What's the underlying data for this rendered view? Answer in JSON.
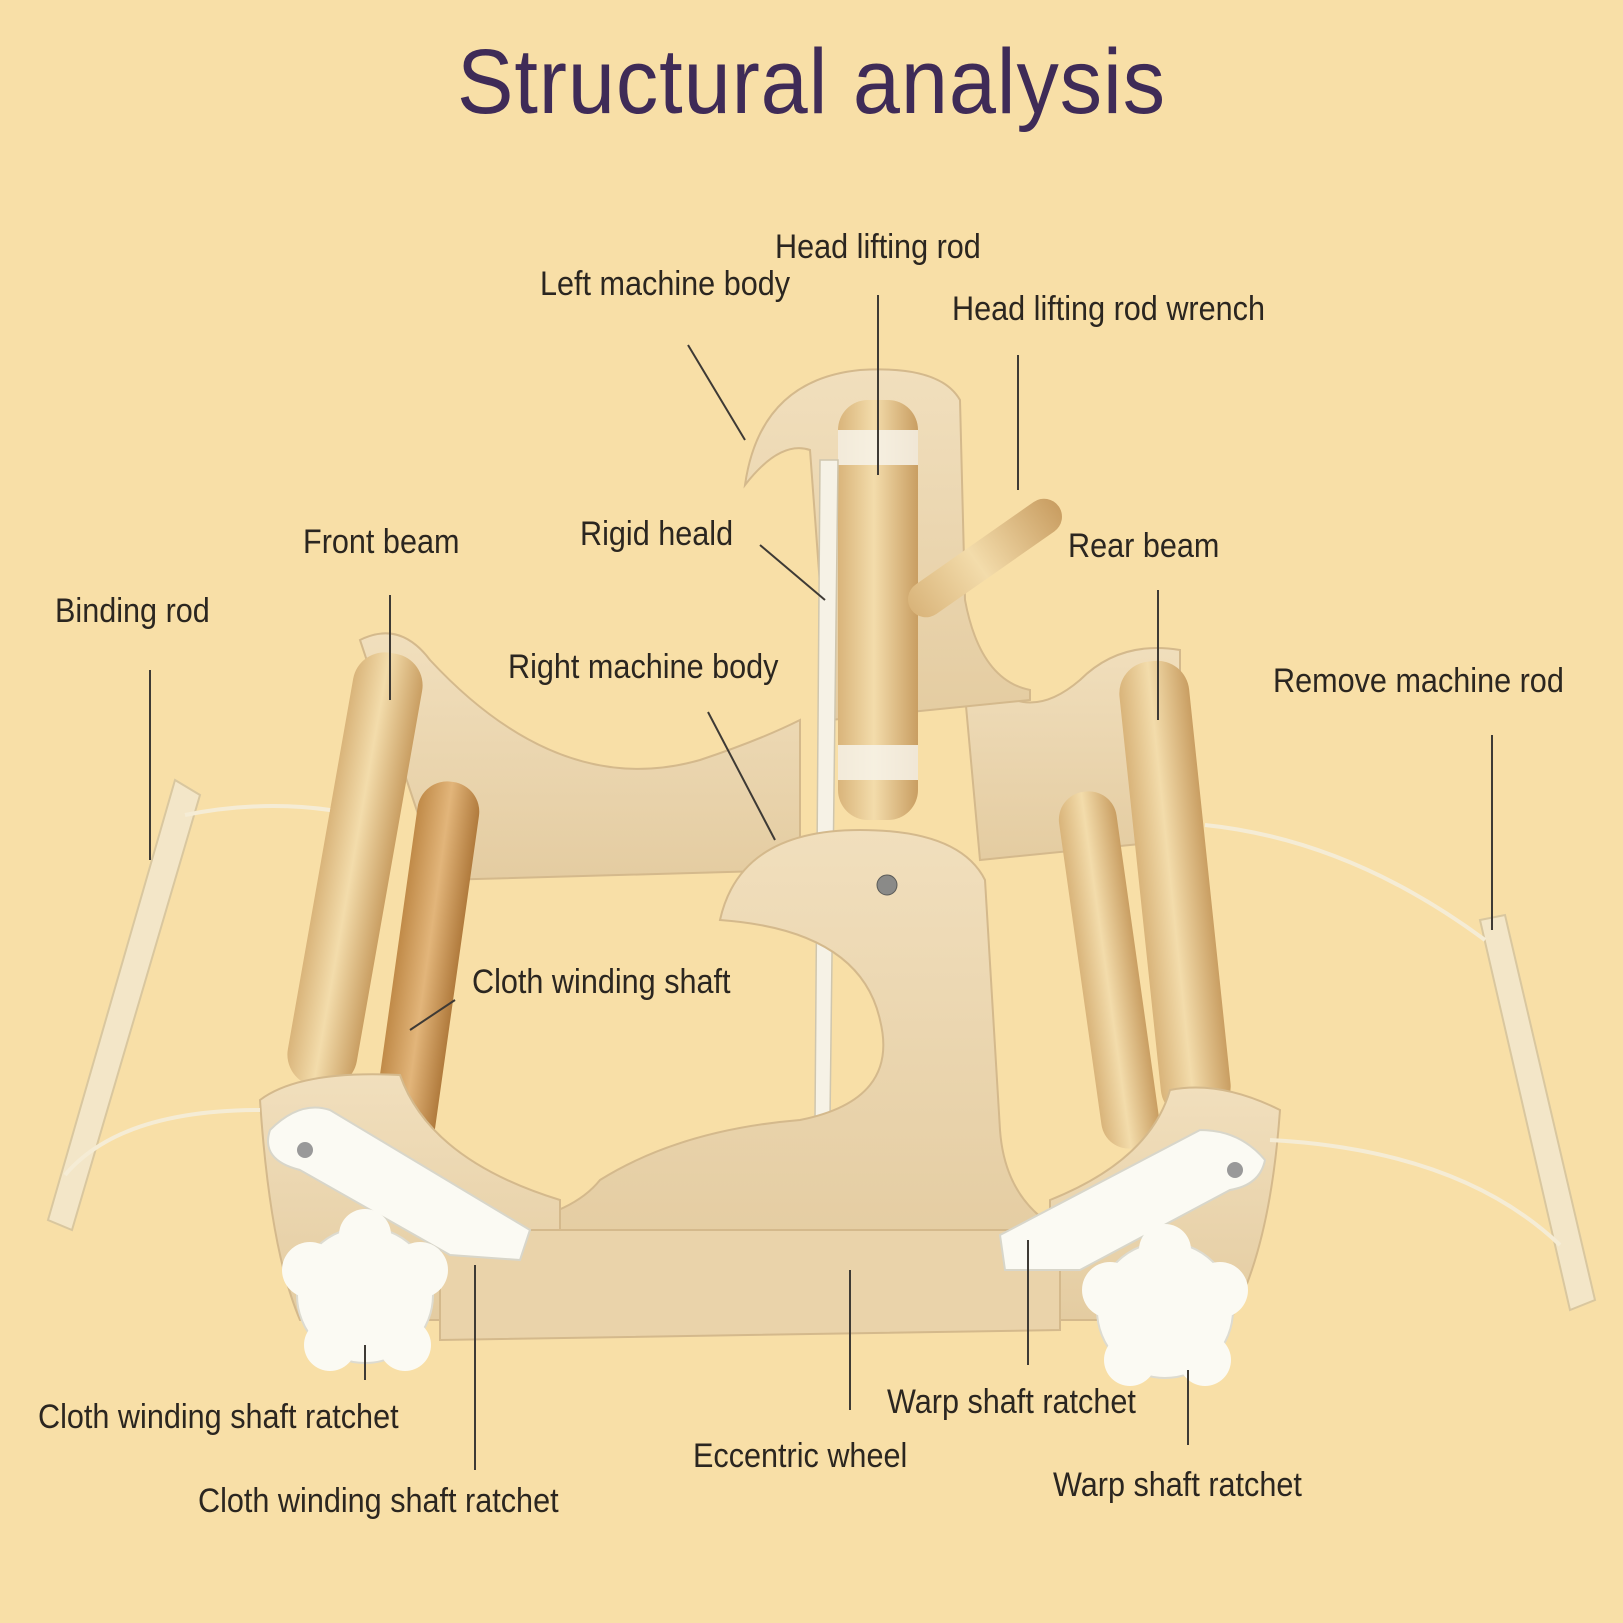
{
  "title": "Structural analysis",
  "labels": {
    "head_lifting_rod": "Head lifting rod",
    "left_machine_body": "Left machine body",
    "head_lifting_rod_wrench": "Head lifting rod wrench",
    "front_beam": "Front beam",
    "rigid_heald": "Rigid heald",
    "rear_beam": "Rear beam",
    "binding_rod": "Binding rod",
    "right_machine_body": "Right machine body",
    "remove_machine_rod": "Remove machine rod",
    "cloth_winding_shaft": "Cloth winding shaft",
    "cloth_winding_shaft_ratchet_1": "Cloth winding shaft ratchet",
    "cloth_winding_shaft_ratchet_2": "Cloth winding shaft ratchet",
    "eccentric_wheel": "Eccentric wheel",
    "warp_shaft_ratchet_1": "Warp shaft ratchet",
    "warp_shaft_ratchet_2": "Warp shaft ratchet"
  },
  "colors": {
    "background": "#f8dfa7",
    "title": "#3f2b57",
    "plywood": "#ecd7b0",
    "dowel": "#e5c48c",
    "ratchet": "#fbfaf3"
  }
}
